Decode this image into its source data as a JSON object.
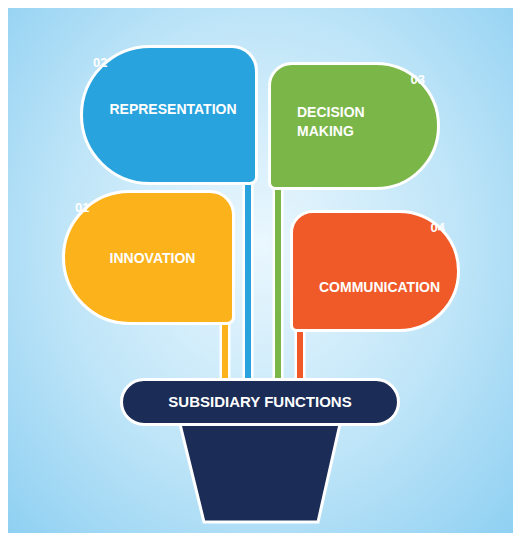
{
  "diagram": {
    "nodes": [
      {
        "text": [
          "02",
          "REPRESENTATION"
        ]
      },
      {
        "text": [
          "03",
          "DECISION MAKING"
        ]
      },
      {
        "text": [
          "01",
          "INNOVATION"
        ]
      },
      {
        "text": [
          "04",
          "COMMUNICATION"
        ]
      },
      {
        "text": [
          "SUBSIDIARY FUNCTIONS"
        ]
      }
    ],
    "edges": [
      {
        "from": 0,
        "to": 4,
        "arrow": "none"
      },
      {
        "from": 1,
        "to": 4,
        "arrow": "none"
      },
      {
        "from": 2,
        "to": 4,
        "arrow": "none"
      },
      {
        "from": 3,
        "to": 4,
        "arrow": "none"
      }
    ]
  }
}
